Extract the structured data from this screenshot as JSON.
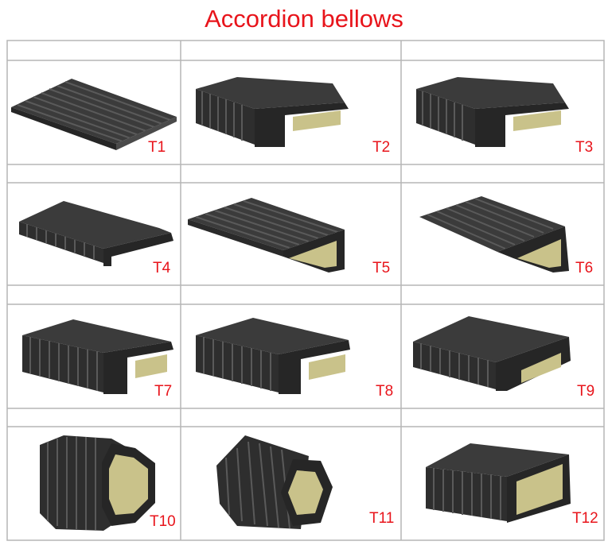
{
  "page": {
    "title": "Accordion bellows"
  },
  "colors": {
    "title": "#e8141b",
    "label": "#e8141b",
    "bellows": "#3b3b3b",
    "bellows_dark": "#262626",
    "bellows_light": "#5a5a5a",
    "inner": "#c9c28a",
    "grid": "#b5b5b5"
  },
  "items": [
    {
      "label": "T1",
      "icon": "flat-bellows-icon"
    },
    {
      "label": "T2",
      "icon": "gable-bellows-icon"
    },
    {
      "label": "T3",
      "icon": "gable-bellows-icon"
    },
    {
      "label": "T4",
      "icon": "gable-bellows-icon"
    },
    {
      "label": "T5",
      "icon": "flat-bellows-icon"
    },
    {
      "label": "T6",
      "icon": "flat-bellows-icon"
    },
    {
      "label": "T7",
      "icon": "flat-bellows-icon"
    },
    {
      "label": "T8",
      "icon": "flat-bellows-icon"
    },
    {
      "label": "T9",
      "icon": "flat-bellows-icon"
    },
    {
      "label": "T10",
      "icon": "octagon-bellows-icon"
    },
    {
      "label": "T11",
      "icon": "hexagon-bellows-icon"
    },
    {
      "label": "T12",
      "icon": "box-bellows-icon"
    }
  ]
}
